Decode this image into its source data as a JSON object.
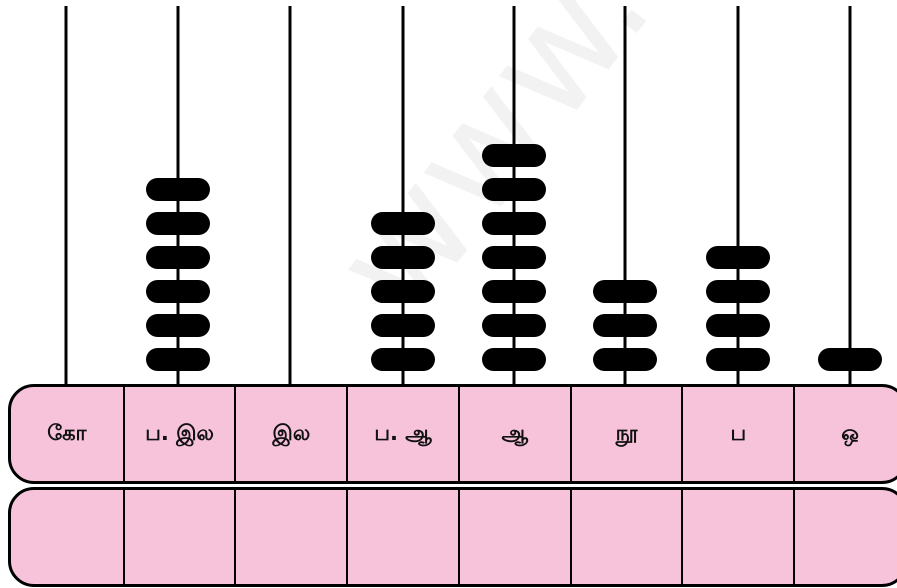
{
  "abacus": {
    "place_values": [
      "கோ",
      "ப. இல",
      "இல",
      "ப. ஆ",
      "ஆ",
      "நூ",
      "ப",
      "ஒ"
    ],
    "bead_counts": [
      0,
      6,
      0,
      5,
      7,
      3,
      4,
      1
    ],
    "bead_color": "#000000",
    "table_color": "#f6c3db",
    "answer_row": [
      "",
      "",
      "",
      "",
      "",
      "",
      "",
      ""
    ]
  },
  "watermark": "www.Padasalai"
}
